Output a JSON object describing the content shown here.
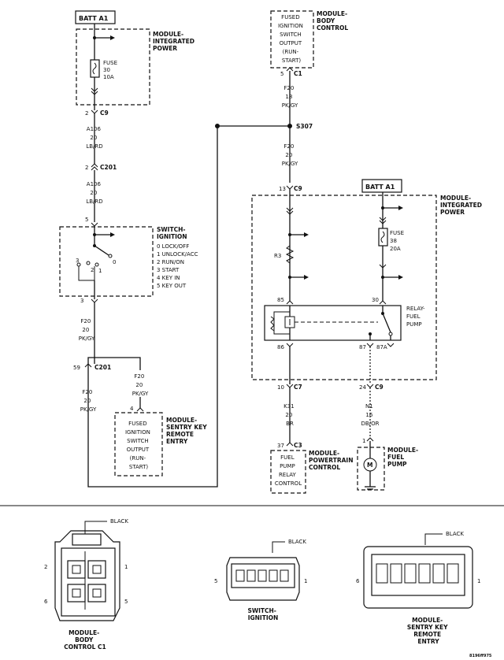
{
  "labels": {
    "batt_a1_top": "BATT A1",
    "batt_a1_right": "BATT A1",
    "mod_int_power_1": [
      "MODULE-",
      "INTEGRATED",
      "POWER"
    ],
    "mod_int_power_2": [
      "MODULE-",
      "INTEGRATED",
      "POWER"
    ],
    "fuse_top": [
      "FUSE",
      "30",
      "10A"
    ],
    "fuse_right": [
      "FUSE",
      "38",
      "20A"
    ],
    "mod_body_control": [
      "MODULE-",
      "BODY",
      "CONTROL"
    ],
    "fused_ign_body": [
      "FUSED",
      "IGNITION",
      "SWITCH",
      "OUTPUT",
      "(RUN-",
      "START)"
    ],
    "fused_ign_sentry": [
      "FUSED",
      "IGNITION",
      "SWITCH",
      "OUTPUT",
      "(RUN-",
      "START)"
    ],
    "switch_ignition": [
      "SWITCH-",
      "IGNITION"
    ],
    "switch_positions": [
      "0 LOCK/OFF",
      "1 UNLOCK/ACC",
      "2 RUN/ON",
      "3 START",
      "4 KEY IN",
      "5 KEY OUT"
    ],
    "switch_contacts": [
      "3",
      "2",
      "1",
      "0"
    ],
    "mod_sentry": [
      "MODULE-",
      "SENTRY KEY",
      "REMOTE",
      "ENTRY"
    ],
    "mod_powertrain": [
      "MODULE-",
      "POWERTRAIN",
      "CONTROL"
    ],
    "fuel_pump_relay_ctl": [
      "FUEL",
      "PUMP",
      "RELAY",
      "CONTROL"
    ],
    "mod_fuel_pump": [
      "MODULE-",
      "FUEL",
      "PUMP"
    ],
    "relay_fuel_pump": [
      "RELAY-",
      "FUEL",
      "PUMP"
    ],
    "r3": "R3",
    "motor": "M",
    "splice": "S307"
  },
  "connectors": {
    "c9_top": "C9",
    "c201_a": "C201",
    "c1": "C1",
    "c9_right": "C9",
    "c201_b": "C201",
    "c7": "C7",
    "c9_bottom": "C9",
    "c3": "C3"
  },
  "pins": {
    "p2_c9": "2",
    "p2_c201": "2",
    "p5_sw": "5",
    "p3_sw": "3",
    "p5_c1": "5",
    "p13_c9": "13",
    "p59_c201": "59",
    "p4_sentry": "4",
    "p10_c7": "10",
    "p24_c9": "24",
    "p37_c3": "37",
    "p1_pump": "1",
    "relay_85": "85",
    "relay_30": "30",
    "relay_86": "86",
    "relay_87": "87",
    "relay_87a": "87A"
  },
  "wires": {
    "a106_1": [
      "A106",
      "20",
      "LB/RD"
    ],
    "a106_2": [
      "A106",
      "20",
      "LB/RD"
    ],
    "f20_left1": [
      "F20",
      "20",
      "PK/GY"
    ],
    "f20_left2": [
      "F20",
      "20",
      "PK/GY"
    ],
    "f20_sentry": [
      "F20",
      "20",
      "PK/GY"
    ],
    "f20_top": [
      "F20",
      "18",
      "PK/GY"
    ],
    "f20_mid": [
      "F20",
      "20",
      "PK/GY"
    ],
    "k31": [
      "K31",
      "20",
      "BR"
    ],
    "n1": [
      "N1",
      "16",
      "DB/OR"
    ]
  },
  "bottom_views": {
    "black_1": "BLACK",
    "black_2": "BLACK",
    "black_3": "BLACK",
    "body_c1_label": [
      "MODULE-",
      "BODY",
      "CONTROL C1"
    ],
    "switch_ign_label": [
      "SWITCH-",
      "IGNITION"
    ],
    "sentry_label": [
      "MODULE-",
      "SENTRY KEY",
      "REMOTE",
      "ENTRY"
    ],
    "c1_pins": [
      "2",
      "1",
      "6",
      "5"
    ],
    "sw_pins": [
      "5",
      "1"
    ],
    "se_pins": [
      "6",
      "1"
    ]
  },
  "figure_id": "8196ff975"
}
